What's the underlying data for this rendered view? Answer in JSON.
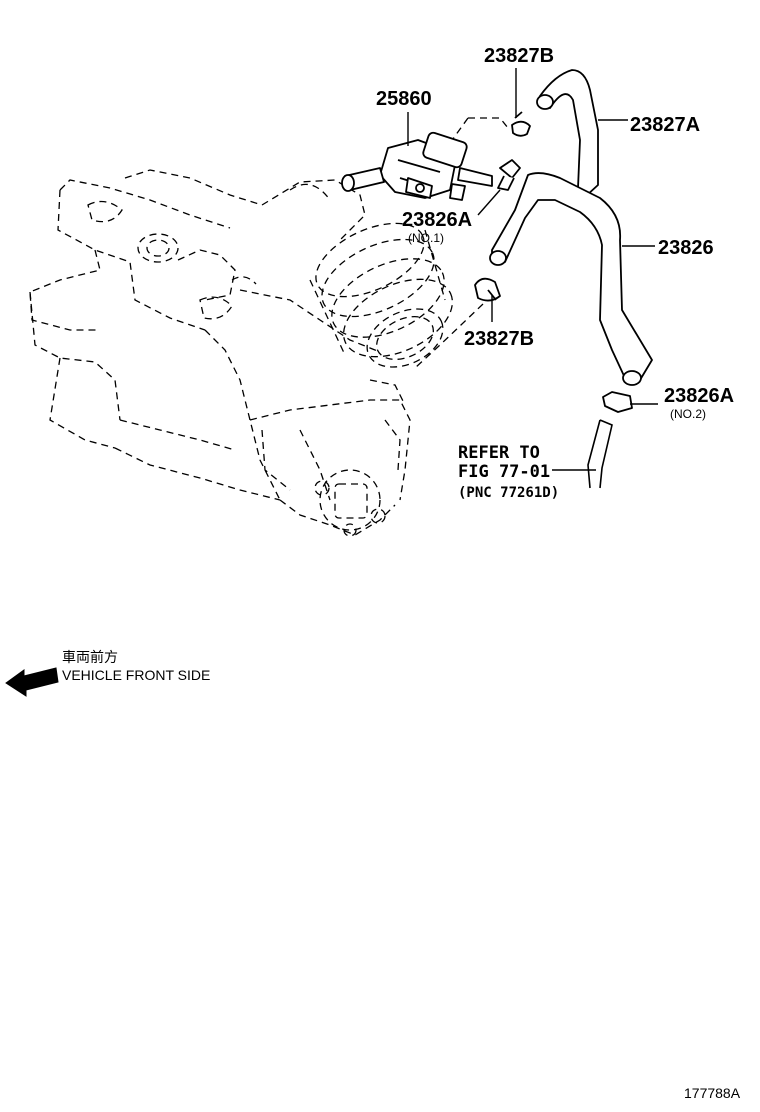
{
  "parts": {
    "p25860": "25860",
    "p23827B_top": "23827B",
    "p23827A": "23827A",
    "p23826": "23826",
    "p23826A_no1": "23826A",
    "p23826A_no1_sub": "(NO.1)",
    "p23827B_mid": "23827B",
    "p23826A_no2": "23826A",
    "p23826A_no2_sub": "(NO.2)"
  },
  "reference": {
    "line1": "REFER TO",
    "line2": "FIG 77-01",
    "line3": "(PNC 77261D)"
  },
  "front_indicator": {
    "japanese": "車両前方",
    "english": "VEHICLE FRONT SIDE",
    "arrow_icon": "left-arrow-icon"
  },
  "figure_id": "177788A"
}
